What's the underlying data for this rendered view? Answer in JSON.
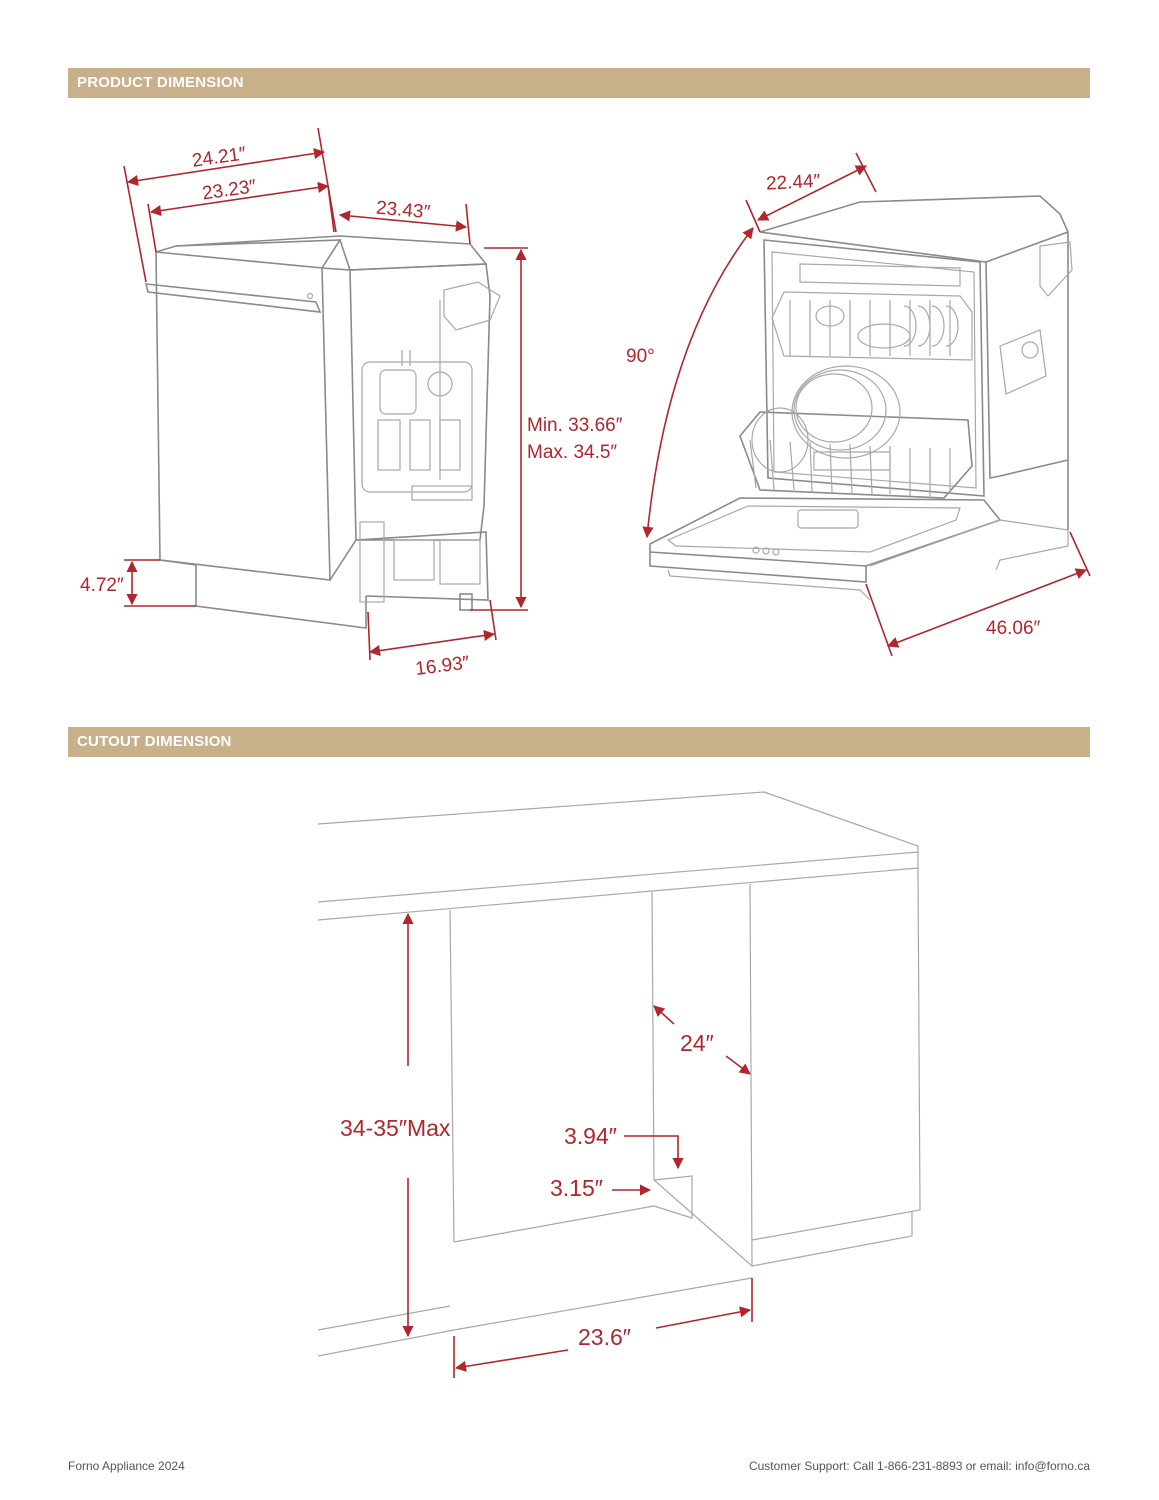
{
  "sections": {
    "product_title": "PRODUCT  DIMENSION",
    "cutout_title": "CUTOUT DIMENSION"
  },
  "product_dimensions": {
    "overall_width": "24.21″",
    "body_width": "23.23″",
    "depth": "23.43″",
    "height_min": "Min. 33.66″",
    "height_max": "Max. 34.5″",
    "kick_plate_height": "4.72″",
    "bottom_depth": "16.93″",
    "door_width": "22.44″",
    "door_angle": "90°",
    "open_depth": "46.06″"
  },
  "cutout_dimensions": {
    "height": "34-35″Max",
    "depth": "24″",
    "outlet_height": "3.94″",
    "outlet_width": "3.15″",
    "width": "23.6″"
  },
  "footer": {
    "left": "Forno Appliance 2024",
    "right": "Customer Support: Call 1-866-231-8893 or email: info@forno.ca"
  },
  "colors": {
    "section_bar": "#c8b08a",
    "dimension_red": "#b1262c",
    "line_gray": "#8a8a8a"
  }
}
